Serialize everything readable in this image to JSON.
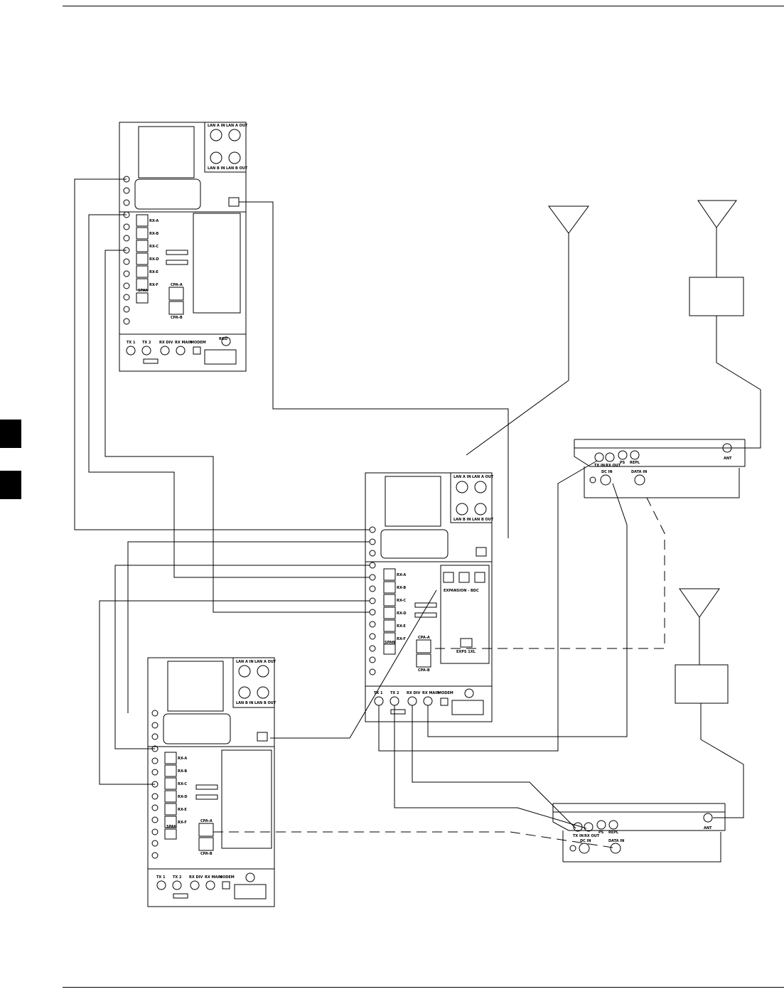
{
  "cabinet": {
    "labels": {
      "tx1": "TX 1",
      "tx2": "TX 2",
      "rx_div": "RX DIV",
      "rx_main": "RX MAIN",
      "modem": "MODEM",
      "rx_a": "RX-A",
      "rx_b": "RX-B",
      "rx_c": "RX-C",
      "rx_d": "RX-D",
      "rx_e": "RX-E",
      "rx_f": "RX-F",
      "span": "SPAN",
      "cpa": "CPA-A",
      "cpb": "CPA-B",
      "lan_a_in": "LAN A IN",
      "lan_a_out": "LAN A OUT",
      "lan_b_in": "LAN B IN",
      "lan_b_out": "LAN B OUT",
      "rgd": "RGD"
    }
  },
  "expansion": {
    "label": "EXPANSION - BDC",
    "port_label": "EXPS 1XL"
  },
  "transceiver": {
    "labels": {
      "tx_in": "TX IN",
      "rx_out": "RX OUT",
      "ps": "PS",
      "repl": "REPL",
      "dc_in": "DC IN",
      "data_in": "DATA IN",
      "ant": "ANT"
    }
  },
  "colors": {
    "line": "#000000",
    "background": "#ffffff",
    "tab": "#000000"
  }
}
